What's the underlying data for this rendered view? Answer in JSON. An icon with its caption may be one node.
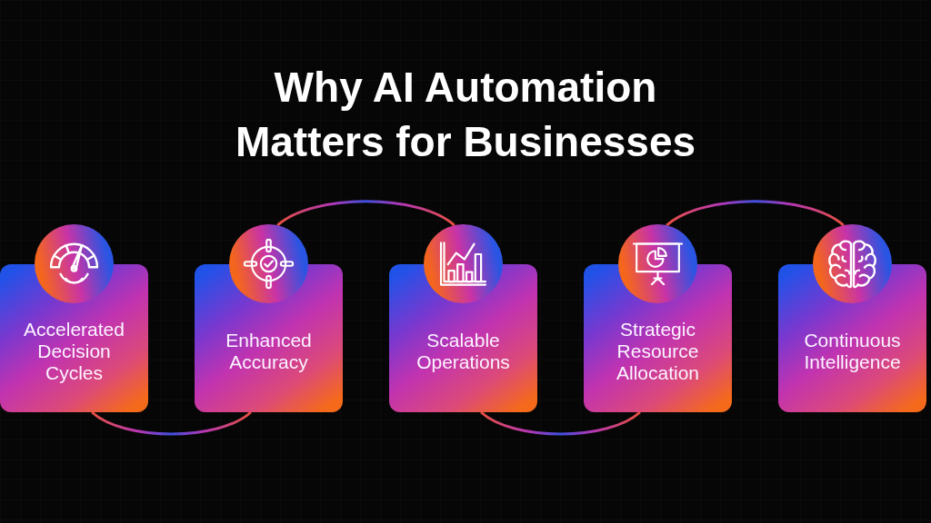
{
  "diagram": {
    "title": "Why AI Automation Matters for Businesses",
    "nodes": [
      {
        "text": [
          "Accelerated Decision Cycles"
        ]
      },
      {
        "text": [
          "Enhanced Accuracy"
        ]
      },
      {
        "text": [
          "Scalable Operations"
        ]
      },
      {
        "text": [
          "Strategic Resource Allocation"
        ]
      },
      {
        "text": [
          "Continuous Intelligence"
        ]
      }
    ],
    "edges": [
      {
        "from": 0,
        "to": 1,
        "arrow": "none"
      },
      {
        "from": 1,
        "to": 2,
        "arrow": "none"
      },
      {
        "from": 2,
        "to": 3,
        "arrow": "none"
      },
      {
        "from": 3,
        "to": 4,
        "arrow": "none"
      }
    ]
  }
}
